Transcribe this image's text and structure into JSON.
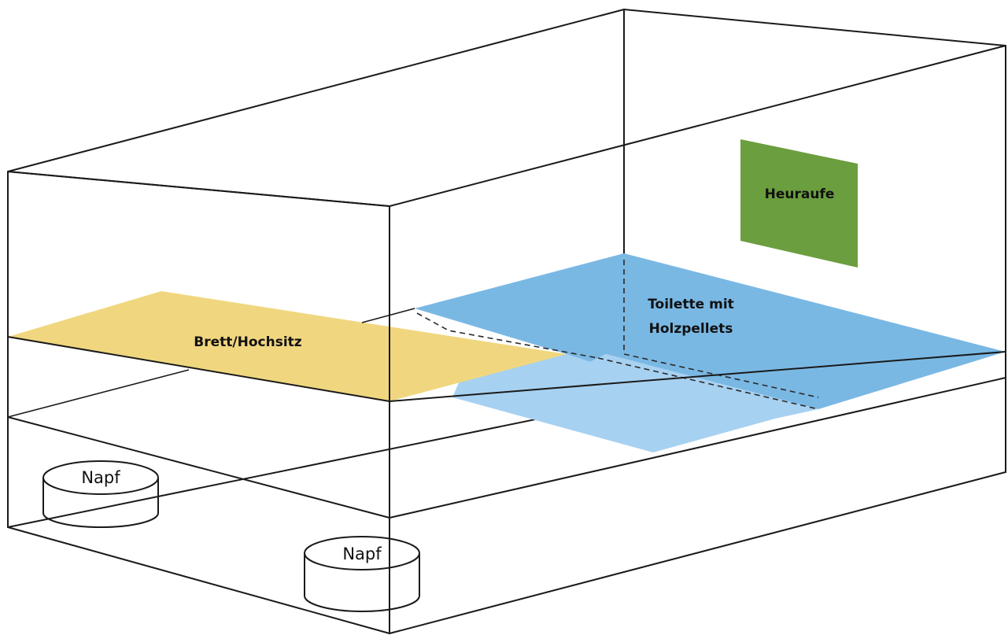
{
  "labels": {
    "heuraufe": "Heuraufe",
    "toilet_line1": "Toilette mit",
    "toilet_line2": "Holzpellets",
    "shelf": "Brett/Hochsitz",
    "bowl_left": "Napf",
    "bowl_front": "Napf"
  },
  "colors": {
    "heuraufe": "#6b9e3e",
    "toilet_top": "#7ab8e4",
    "toilet_front": "#a7d1f1",
    "shelf": "#f0d77f",
    "lines": "#1a1a1a"
  }
}
